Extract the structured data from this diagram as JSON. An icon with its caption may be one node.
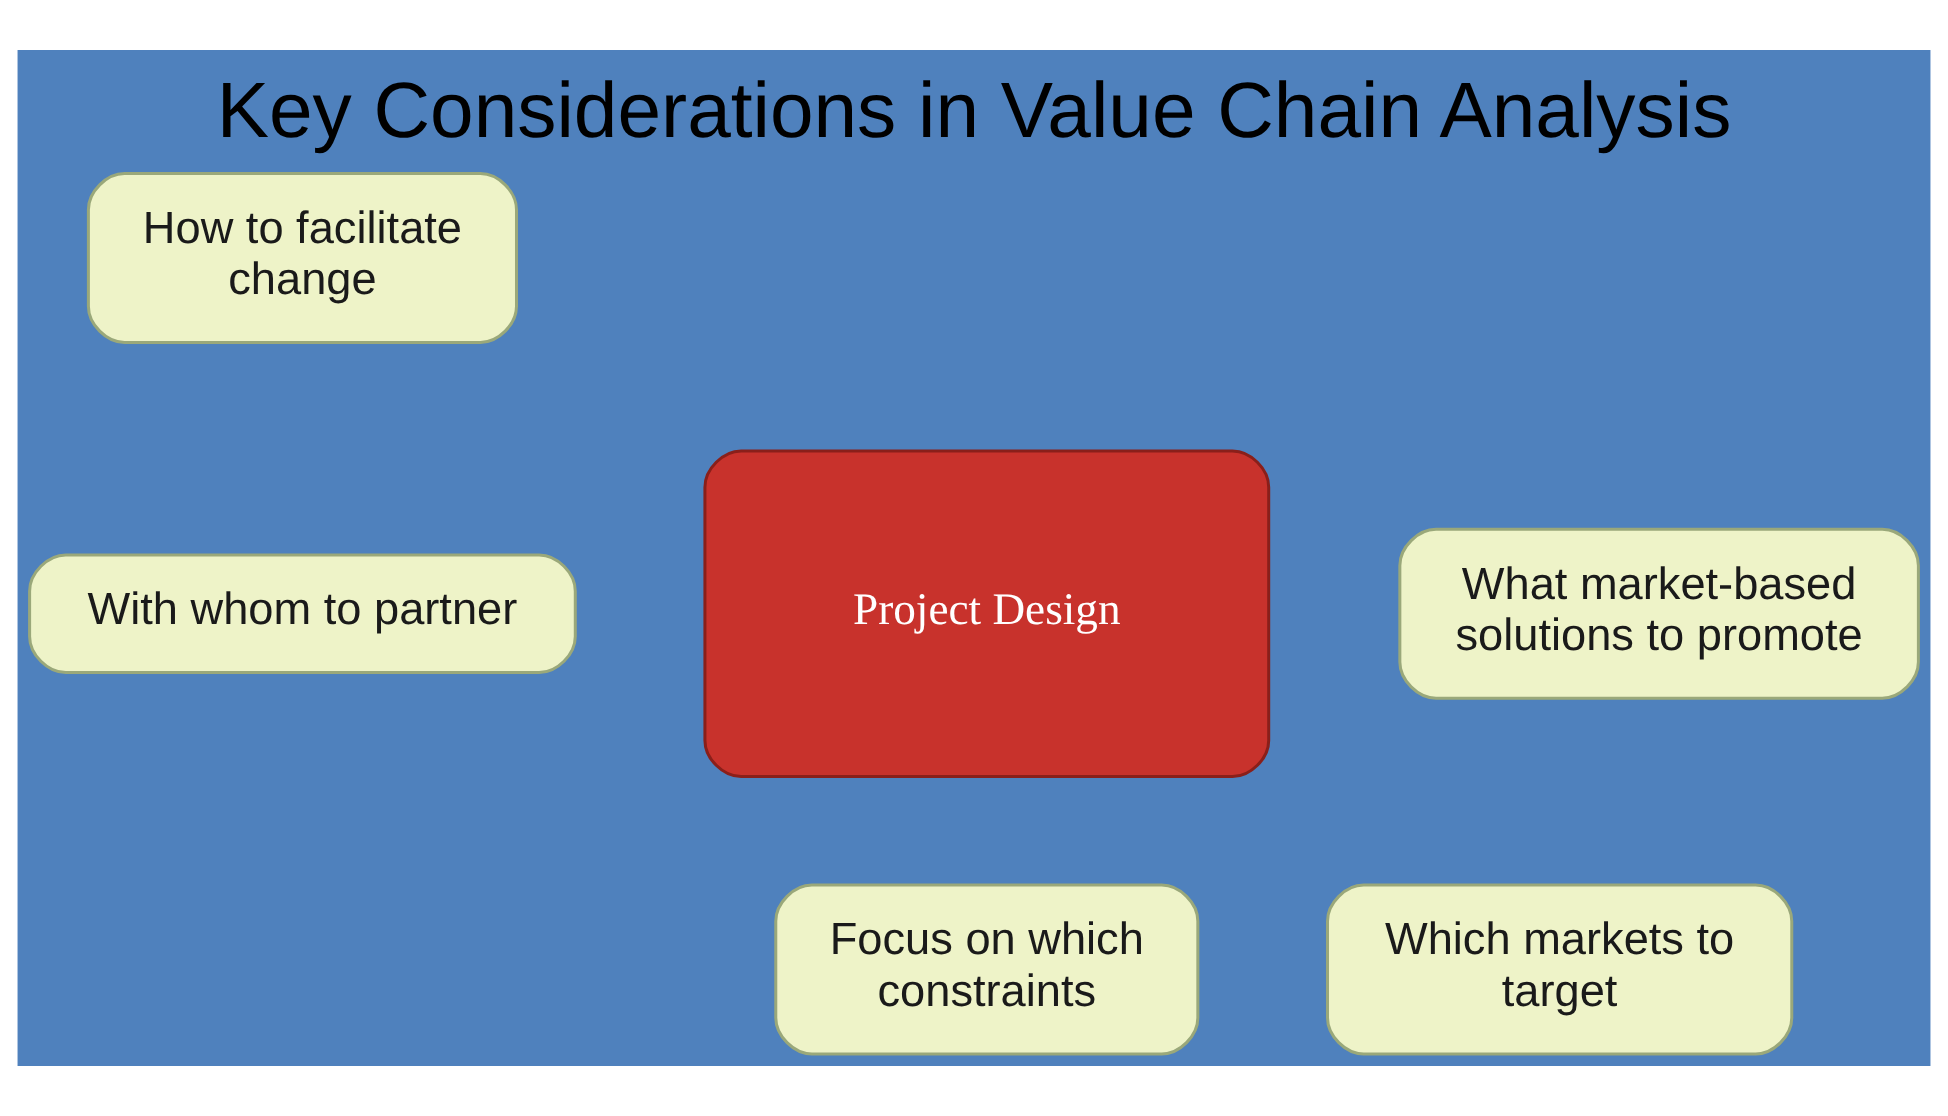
{
  "diagram": {
    "title": "Key Considerations in Value Chain Analysis",
    "nodes": [
      {
        "text": [
          "How to facilitate change"
        ]
      },
      {
        "text": [
          "With whom to partner"
        ]
      },
      {
        "text": [
          "Project Design"
        ]
      },
      {
        "text": [
          "What market-based solutions to promote"
        ]
      },
      {
        "text": [
          "Focus on which constraints"
        ]
      },
      {
        "text": [
          "Which markets to target"
        ]
      }
    ]
  }
}
